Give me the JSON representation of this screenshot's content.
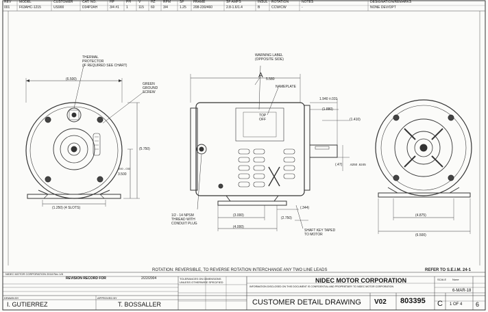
{
  "header": {
    "labels": [
      "REV",
      "MODEL",
      "CUSTOMER",
      "CAT. NO.",
      "HP",
      "PH",
      "V",
      "HZ",
      "RPM",
      "SF",
      "FRAME",
      "SF AMPS",
      "INSUL",
      "ROTATION",
      "NOTES",
      "DESIGNATION/REMARKS"
    ],
    "values": [
      "001",
      "F63AHC-1215",
      "US900",
      "D34P2AH",
      "3/4 #1",
      "1",
      "115",
      "60",
      "3/4",
      "1.25",
      "208-230/460",
      "2.8-1.6/1.4",
      "B",
      "CCW/CW",
      "-",
      "NONE DEV/OPT"
    ]
  },
  "drawing_labels": {
    "thermal_protector": [
      "THERMAL",
      "PROTECTOR",
      "(IF REQUIRED SEE CHART)"
    ],
    "green_ground_screw": [
      "GREEN",
      "GROUND",
      "SCREW"
    ],
    "warning_label": [
      "WARNING LABEL",
      "(OPPOSITE SIDE)"
    ],
    "nameplate": "NAMEPLATE",
    "section_mark": "A",
    "dim_overall_width": "(6.500)",
    "dim_height": "(5.750)",
    "dim_shaft_height": "3.500",
    "dim_shaft_height_tol": ".000 -.030",
    "dim_slots": "(1.250) (4 SLOTS)",
    "dim_shaft_extension": "1.940 ±.031",
    "dim_1880": "(1.880)",
    "dim_1410": "(1.410)",
    "dim_shaft_dia": ".6250 .6245",
    "dim_47": "(.47)",
    "dim_580": "5.580",
    "dim_3000": "(3.000)",
    "dim_4000": "(4.000)",
    "dim_2750": "(2.750)",
    "dim_1344": "(.344)",
    "dim_4875": "(4.875)",
    "dim_6500_right": "(6.500)",
    "conduit_plug": [
      "1/2 - 14 NPSM",
      "THREAD WITH",
      "CONDUIT PLUG"
    ],
    "shaft_key": [
      "SHAFT KEY TAPED",
      "TO MOTOR"
    ],
    "motor_tag_top": "TOP",
    "motor_tag_bottom": "OFF"
  },
  "notes": {
    "rotation": "ROTATION: REVERSIBLE, TO REVERSE ROTATION INTERCHANGE ANY TWO LINE LEADS",
    "refer": "REFER TO S.E.I.M. 24-1"
  },
  "title_block": {
    "copyright": "NIDEC MOTOR CORPORATION 2018 Rev 1/8",
    "revision_heading": "REVISION RECORD FOR",
    "revision_date": "2/22/2004",
    "tolerances_heading": "TOLERANCES ON DIMENSIONS",
    "tolerances_sub": "UNLESS OTHERWISE SPECIFIED",
    "drawn_by_label": "DRAWN BY",
    "drawn_by": "I. GUTIERREZ",
    "checked_by_label": "APPROVED BY",
    "checked_by": "T. BOSSALLER",
    "company": "NIDEC MOTOR CORPORATION",
    "disclaimer": "INFORMATION DISCLOSED ON THIS DOCUMENT IS CONFIDENTIAL AND PROPRIETARY TO NIDEC MOTOR CORPORATION",
    "title": "CUSTOMER DETAIL DRAWING",
    "rev_code": "V02",
    "drawing_no": "803395",
    "size": "C",
    "date": "6-MAR-18",
    "sheet": "1 OF 4",
    "sheet_rev": "6",
    "scale_label": "SCALE",
    "scale": "None"
  }
}
